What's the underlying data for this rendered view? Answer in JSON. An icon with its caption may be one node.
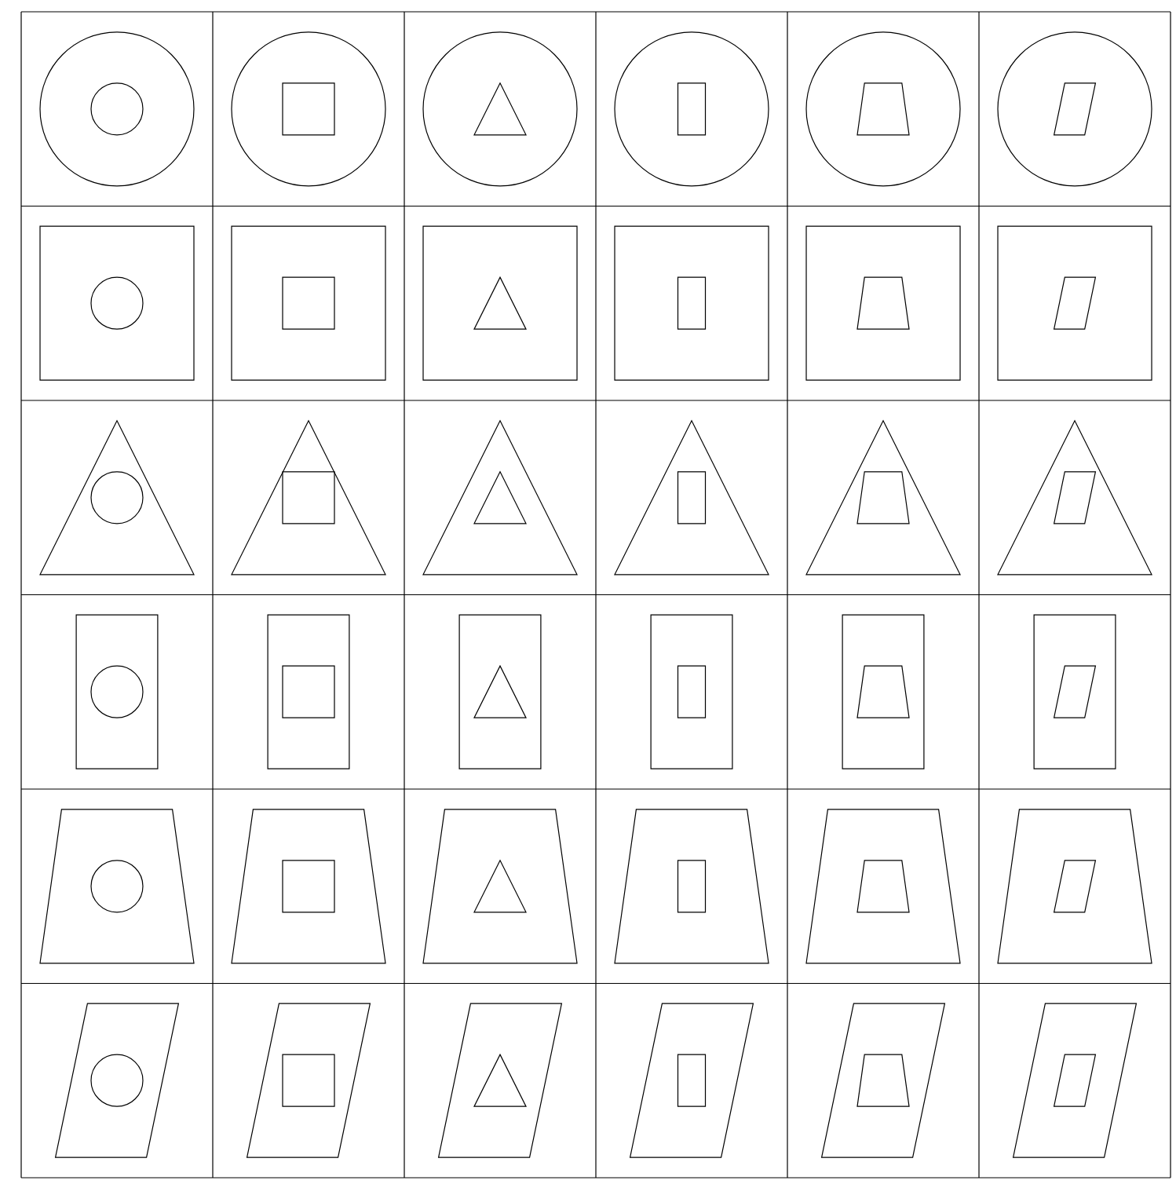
{
  "diagram": {
    "nodes": [
      {
        "text": [],
        "shape": "circle"
      },
      {
        "text": [],
        "shape": "circle",
        "in": 0
      },
      {
        "text": [],
        "shape": "circle"
      },
      {
        "text": [],
        "shape": "square",
        "in": 2
      },
      {
        "text": [],
        "shape": "circle"
      },
      {
        "text": [],
        "shape": "triangle",
        "in": 4
      },
      {
        "text": [],
        "shape": "circle"
      },
      {
        "text": [],
        "shape": "rectangle",
        "in": 6
      },
      {
        "text": [],
        "shape": "circle"
      },
      {
        "text": [],
        "shape": "trapezoid",
        "in": 8
      },
      {
        "text": [],
        "shape": "circle"
      },
      {
        "text": [],
        "shape": "parallelogram",
        "in": 10
      },
      {
        "text": [],
        "shape": "square"
      },
      {
        "text": [],
        "shape": "circle",
        "in": 12
      },
      {
        "text": [],
        "shape": "square"
      },
      {
        "text": [],
        "shape": "square",
        "in": 14
      },
      {
        "text": [],
        "shape": "square"
      },
      {
        "text": [],
        "shape": "triangle",
        "in": 16
      },
      {
        "text": [],
        "shape": "square"
      },
      {
        "text": [],
        "shape": "rectangle",
        "in": 18
      },
      {
        "text": [],
        "shape": "square"
      },
      {
        "text": [],
        "shape": "trapezoid",
        "in": 20
      },
      {
        "text": [],
        "shape": "square"
      },
      {
        "text": [],
        "shape": "parallelogram",
        "in": 22
      },
      {
        "text": [],
        "shape": "triangle"
      },
      {
        "text": [],
        "shape": "circle",
        "in": 24
      },
      {
        "text": [],
        "shape": "triangle"
      },
      {
        "text": [],
        "shape": "square",
        "in": 26
      },
      {
        "text": [],
        "shape": "triangle"
      },
      {
        "text": [],
        "shape": "triangle",
        "in": 28
      },
      {
        "text": [],
        "shape": "triangle"
      },
      {
        "text": [],
        "shape": "rectangle",
        "in": 30
      },
      {
        "text": [],
        "shape": "triangle"
      },
      {
        "text": [],
        "shape": "trapezoid",
        "in": 32
      },
      {
        "text": [],
        "shape": "triangle"
      },
      {
        "text": [],
        "shape": "parallelogram",
        "in": 34
      },
      {
        "text": [],
        "shape": "rectangle"
      },
      {
        "text": [],
        "shape": "circle",
        "in": 36
      },
      {
        "text": [],
        "shape": "rectangle"
      },
      {
        "text": [],
        "shape": "square",
        "in": 38
      },
      {
        "text": [],
        "shape": "rectangle"
      },
      {
        "text": [],
        "shape": "triangle",
        "in": 40
      },
      {
        "text": [],
        "shape": "rectangle"
      },
      {
        "text": [],
        "shape": "rectangle",
        "in": 42
      },
      {
        "text": [],
        "shape": "rectangle"
      },
      {
        "text": [],
        "shape": "trapezoid",
        "in": 44
      },
      {
        "text": [],
        "shape": "rectangle"
      },
      {
        "text": [],
        "shape": "parallelogram",
        "in": 46
      },
      {
        "text": [],
        "shape": "trapezoid"
      },
      {
        "text": [],
        "shape": "circle",
        "in": 48
      },
      {
        "text": [],
        "shape": "trapezoid"
      },
      {
        "text": [],
        "shape": "square",
        "in": 50
      },
      {
        "text": [],
        "shape": "trapezoid"
      },
      {
        "text": [],
        "shape": "triangle",
        "in": 52
      },
      {
        "text": [],
        "shape": "trapezoid"
      },
      {
        "text": [],
        "shape": "rectangle",
        "in": 54
      },
      {
        "text": [],
        "shape": "trapezoid"
      },
      {
        "text": [],
        "shape": "trapezoid",
        "in": 56
      },
      {
        "text": [],
        "shape": "trapezoid"
      },
      {
        "text": [],
        "shape": "parallelogram",
        "in": 58
      },
      {
        "text": [],
        "shape": "parallelogram"
      },
      {
        "text": [],
        "shape": "circle",
        "in": 60
      },
      {
        "text": [],
        "shape": "parallelogram"
      },
      {
        "text": [],
        "shape": "square",
        "in": 62
      },
      {
        "text": [],
        "shape": "parallelogram"
      },
      {
        "text": [],
        "shape": "triangle",
        "in": 64
      },
      {
        "text": [],
        "shape": "parallelogram"
      },
      {
        "text": [],
        "shape": "rectangle",
        "in": 66
      },
      {
        "text": [],
        "shape": "parallelogram"
      },
      {
        "text": [],
        "shape": "trapezoid",
        "in": 68
      },
      {
        "text": [],
        "shape": "parallelogram"
      },
      {
        "text": [],
        "shape": "parallelogram",
        "in": 70
      }
    ]
  }
}
